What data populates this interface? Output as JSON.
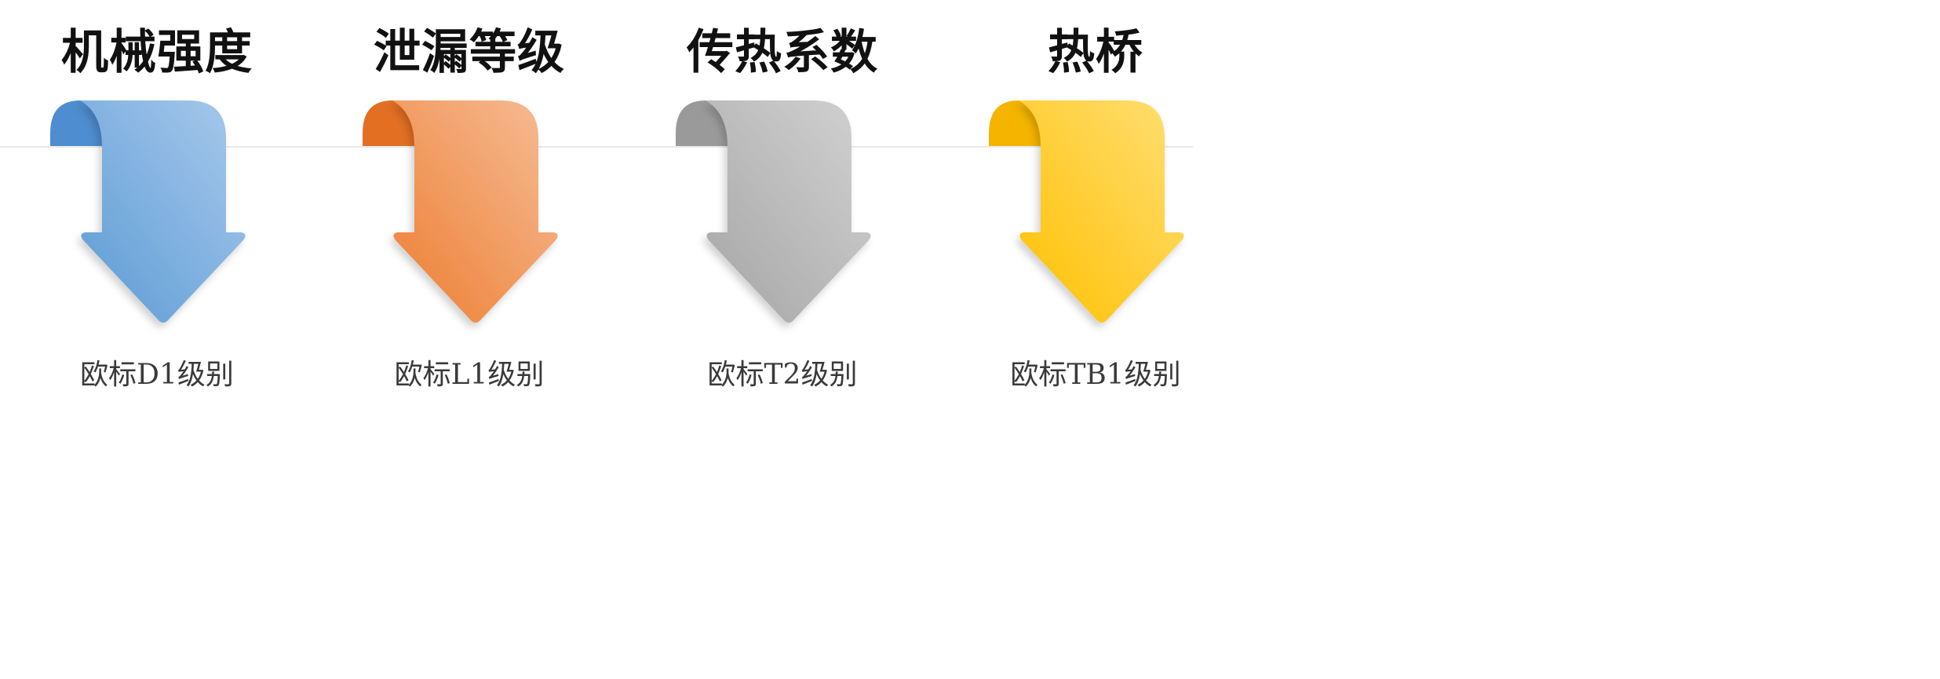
{
  "items": [
    {
      "title": "机械强度",
      "caption": "欧标D1级别",
      "icon": "down-arrow-icon",
      "colors": {
        "dark": "#5b9bd5",
        "light": "#a9c9ec",
        "curl": "#4e8dcf"
      }
    },
    {
      "title": "泄漏等级",
      "caption": "欧标L1级别",
      "icon": "down-arrow-icon",
      "colors": {
        "dark": "#ed7d31",
        "light": "#f6bd96",
        "curl": "#e36f22"
      }
    },
    {
      "title": "传热系数",
      "caption": "欧标T2级别",
      "icon": "down-arrow-icon",
      "colors": {
        "dark": "#a5a5a5",
        "light": "#d2d2d2",
        "curl": "#9a9a9a"
      }
    },
    {
      "title": "热桥",
      "caption": "欧标TB1级别",
      "icon": "down-arrow-icon",
      "colors": {
        "dark": "#ffc000",
        "light": "#ffdf75",
        "curl": "#f4b400"
      }
    }
  ]
}
